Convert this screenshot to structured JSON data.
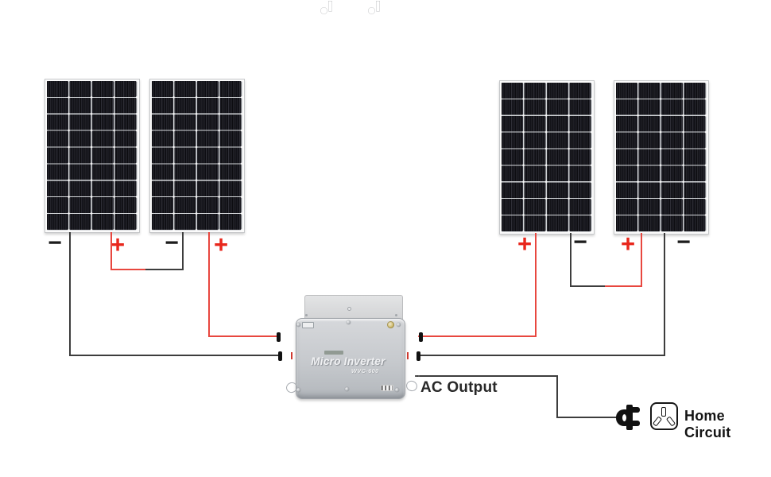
{
  "solar_array": {
    "grid": {
      "columns": 4,
      "rows": 9
    },
    "panels": [
      {
        "name": "panel-1",
        "position": "left-outer",
        "terminals": [
          {
            "polarity": "negative",
            "label": "−"
          },
          {
            "polarity": "positive",
            "label": "+"
          }
        ]
      },
      {
        "name": "panel-2",
        "position": "left-inner",
        "terminals": [
          {
            "polarity": "negative",
            "label": "−"
          },
          {
            "polarity": "positive",
            "label": "+"
          }
        ]
      },
      {
        "name": "panel-3",
        "position": "right-inner",
        "terminals": [
          {
            "polarity": "positive",
            "label": "+"
          },
          {
            "polarity": "negative",
            "label": "−"
          }
        ]
      },
      {
        "name": "panel-4",
        "position": "right-outer",
        "terminals": [
          {
            "polarity": "positive",
            "label": "+"
          },
          {
            "polarity": "negative",
            "label": "−"
          }
        ]
      }
    ]
  },
  "inverter": {
    "title": "Micro Inverter",
    "model": "WVC-600"
  },
  "output": {
    "ac_label": "AC Output",
    "home_label": "Home Circuit"
  },
  "icons": [
    "mc4-connector",
    "ac-connector",
    "keyhole-mount",
    "power-plug",
    "wall-socket",
    "screw",
    "hologram-sticker",
    "barcode-label"
  ],
  "colors": {
    "positive": "#e8473f",
    "negative": "#3d3d3d",
    "plus_sign": "#e8271c",
    "minus_sign": "#1c1c1c"
  }
}
